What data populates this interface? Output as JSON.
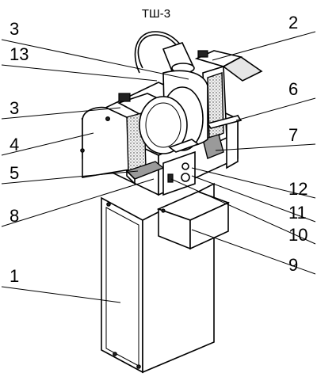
{
  "title": "ТШ-3",
  "callouts": [
    {
      "id": "c-3a",
      "text": "3"
    },
    {
      "id": "c-13",
      "text": "13"
    },
    {
      "id": "c-3b",
      "text": "3"
    },
    {
      "id": "c-4",
      "text": "4"
    },
    {
      "id": "c-5",
      "text": "5"
    },
    {
      "id": "c-8",
      "text": "8"
    },
    {
      "id": "c-1",
      "text": "1"
    },
    {
      "id": "c-2",
      "text": "2"
    },
    {
      "id": "c-6",
      "text": "6"
    },
    {
      "id": "c-7",
      "text": "7"
    },
    {
      "id": "c-12",
      "text": "12"
    },
    {
      "id": "c-11",
      "text": "11"
    },
    {
      "id": "c-10",
      "text": "10"
    },
    {
      "id": "c-9",
      "text": "9"
    }
  ]
}
